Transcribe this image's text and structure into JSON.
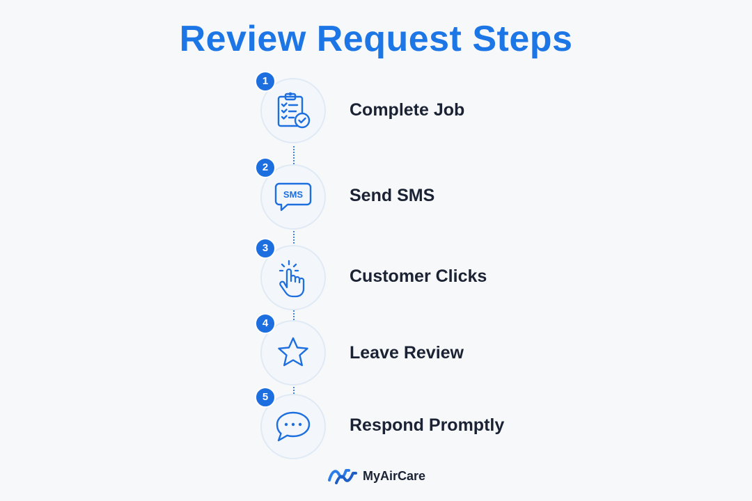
{
  "title": "Review Request Steps",
  "accent_color": "#1d76e6",
  "steps": [
    {
      "number": "1",
      "label": "Complete Job",
      "icon": "clipboard-check-icon"
    },
    {
      "number": "2",
      "label": "Send SMS",
      "icon": "sms-bubble-icon",
      "icon_text": "SMS"
    },
    {
      "number": "3",
      "label": "Customer Clicks",
      "icon": "hand-pointer-click-icon"
    },
    {
      "number": "4",
      "label": "Leave Review",
      "icon": "star-icon"
    },
    {
      "number": "5",
      "label": "Respond Promptly",
      "icon": "chat-bubble-dots-icon"
    }
  ],
  "footer": {
    "brand": "MyAirCare",
    "logo_icon": "myaircare-logo-icon"
  }
}
